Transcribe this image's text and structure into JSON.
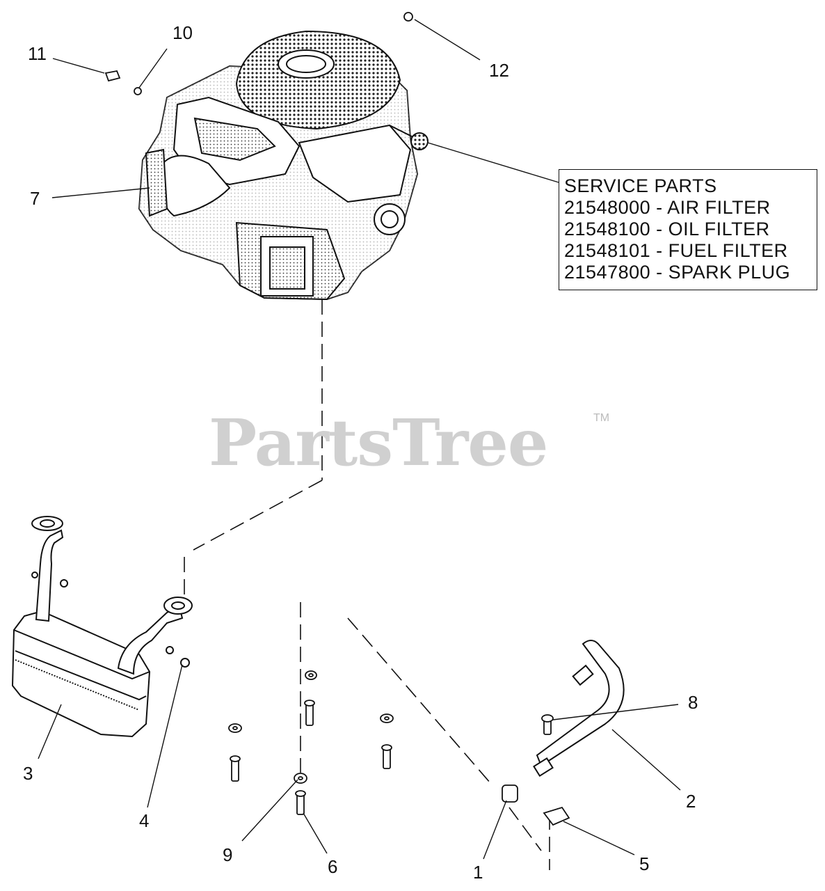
{
  "callouts": {
    "c1": "1",
    "c2": "2",
    "c3": "3",
    "c4": "4",
    "c5": "5",
    "c6": "6",
    "c7": "7",
    "c8": "8",
    "c9": "9",
    "c10": "10",
    "c11": "11",
    "c12": "12"
  },
  "service_parts": {
    "heading": "SERVICE PARTS",
    "items": [
      "21548000 - AIR FILTER",
      "21548100 - OIL FILTER",
      "21548101 - FUEL FILTER",
      "21547800 - SPARK PLUG"
    ]
  },
  "watermark": {
    "text": "PartsTree",
    "tm": "TM"
  }
}
